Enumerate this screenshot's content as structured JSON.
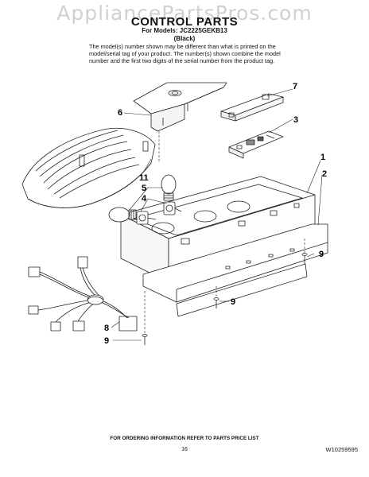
{
  "watermark": "AppliancePartsPros.com",
  "header": {
    "title": "CONTROL PARTS",
    "models": "For Models: JC2225GEKB13",
    "color": "(Black)",
    "note": "The model(s) number shown may be different than what is printed on the model/serial tag of your product. The number(s) shown combine the model number and the first two digits of the serial number from the product tag."
  },
  "callouts": {
    "c1": "1",
    "c2": "2",
    "c3": "3",
    "c4": "4",
    "c5": "5",
    "c6": "6",
    "c7": "7",
    "c8": "8",
    "c9a": "9",
    "c9b": "9",
    "c9c": "9",
    "c11": "11"
  },
  "footer": {
    "ordering": "FOR ORDERING INFORMATION REFER TO PARTS PRICE LIST",
    "page": "16",
    "doc_id": "W10259595"
  }
}
